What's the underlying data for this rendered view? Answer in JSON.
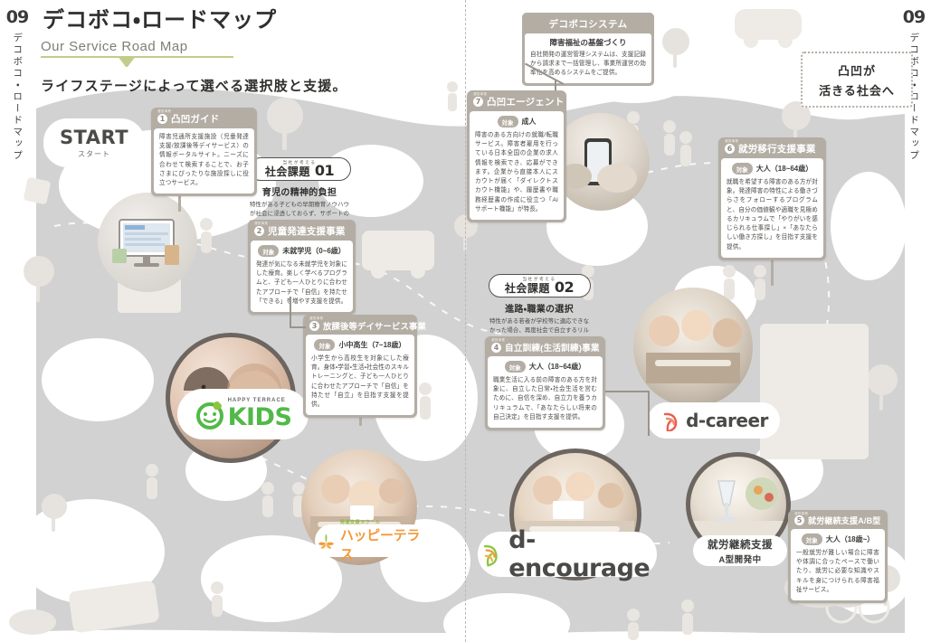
{
  "folio": {
    "number": "09",
    "vertical_title": "デコボコ・ロードマップ"
  },
  "header": {
    "title": "デコボコ・ロードマップ",
    "subtitle": "Our Service Road Map",
    "lead": "ライフステージによって選べる選択肢と支援。"
  },
  "start": {
    "label": "START",
    "reading": "スタート"
  },
  "vision": {
    "line1": "凸凹が",
    "line2": "活きる社会へ"
  },
  "system_card": {
    "title": "デコボコシステム",
    "subtitle": "障害福祉の基盤づくり",
    "text": "自社開発の運営管理システムは、支援記録から請求まで一括管理し、事業所運営の効率化を高めるシステムをご提供。"
  },
  "issues": [
    {
      "kicker": "当社が考える",
      "label": "社会課題",
      "number": "01",
      "heading": "育児の精神的負担",
      "text": "特性がある子どもの早期療育ノウハウが社会に浸透しておらず、サポートの選択肢が必要。"
    },
    {
      "kicker": "当社が考える",
      "label": "社会課題",
      "number": "02",
      "heading": "進路・職業の選択",
      "text": "特性がある若者が学校等に適応できなかった場合、再度社会で自立するリルートの選択肢がない状態。"
    }
  ],
  "cards": [
    {
      "no": "1",
      "kicker": "運営事業",
      "title": "凸凹ガイド",
      "target_label": "",
      "target_value": "",
      "text": "障害児通所支援施設（児童発達支援/放課後等デイサービス）の情報ポータルサイト。ニーズに合わせて検索することで、お子さまにぴったりな施設探しに役立つサービス。"
    },
    {
      "no": "2",
      "kicker": "運営事業",
      "title": "児童発達支援事業",
      "target_label": "対象",
      "target_value": "未就学児（0~6歳）",
      "text": "発達が気になる未就学児を対象にした療育。楽しく学べるプログラムと、子ども一人ひとりに合わせたアプローチで「自信」を持たせ「できる」を増やす支援を提供。"
    },
    {
      "no": "3",
      "kicker": "運営事業",
      "title": "放課後等デイサービス事業",
      "target_label": "対象",
      "target_value": "小中高生（7~18歳）",
      "text": "小学生から高校生を対象にした療育。身体・学習・生活・社会性のスキルトレーニングと、子ども一人ひとりに合わせたアプローチで「自信」を持たせ「自立」を目指す支援を提供。"
    },
    {
      "no": "4",
      "kicker": "運営事業",
      "title": "自立訓練(生活訓練)事業",
      "target_label": "対象",
      "target_value": "大人（18~64歳）",
      "text": "職業生活に入る前の障害のある方を対象に、自立した日常・社会生活を営むために、自信を深め、自立力を養うカリキュラムで、「あなたらしい将来の自己決定」を目指す支援を提供。"
    },
    {
      "no": "5",
      "kicker": "運営事業",
      "title": "就労継続支援A/B型",
      "target_label": "対象",
      "target_value": "大人（18歳~）",
      "text": "一般就労が難しい場合に障害や体調に合ったペースで働いたり、就労に必要な知識やスキルを身につけられる障害福祉サービス。"
    },
    {
      "no": "6",
      "kicker": "運営事業",
      "title": "就労移行支援事業",
      "target_label": "対象",
      "target_value": "大人（18~64歳）",
      "text": "就職を希望する障害のある方が対象。発達障害の特性による働きづらさをフォローするプログラムと、自分の価値観や適職を見極めるカリキュラムで「やりがいを感じられる仕事探し」×「あなたらしい働き方探し」を目指す支援を提供。"
    },
    {
      "no": "7",
      "kicker": "運営事業",
      "title": "凸凹エージェント",
      "target_label": "対象",
      "target_value": "成人",
      "text": "障害のある方向けの就職/転職サービス。障害者雇用を行っている日本全国の企業の求人情報を検索でき、応募ができます。企業から直接本人にスカウトが届く「ダイレクトスカウト機能」や、履歴書や職務経歴書の作成に役立つ「AI サポート機能」が特長。"
    }
  ],
  "brands": {
    "kids": {
      "small": "HAPPY TERRACE",
      "main": "KIDS"
    },
    "terrace": {
      "small": "発達支援スクール",
      "main": "ハッピーテラス"
    },
    "dencourage": {
      "main": "d-encourage"
    },
    "dcareer": {
      "main": "d-career"
    },
    "dev_pill": {
      "line1": "就労継続支援",
      "line2": "A型開発中"
    }
  },
  "colors": {
    "road": "#d2d2d2",
    "card": "#b3ada4",
    "accent_green": "#d7dfa2",
    "ink": "#2f2f2d",
    "ring": "#6c6560"
  }
}
